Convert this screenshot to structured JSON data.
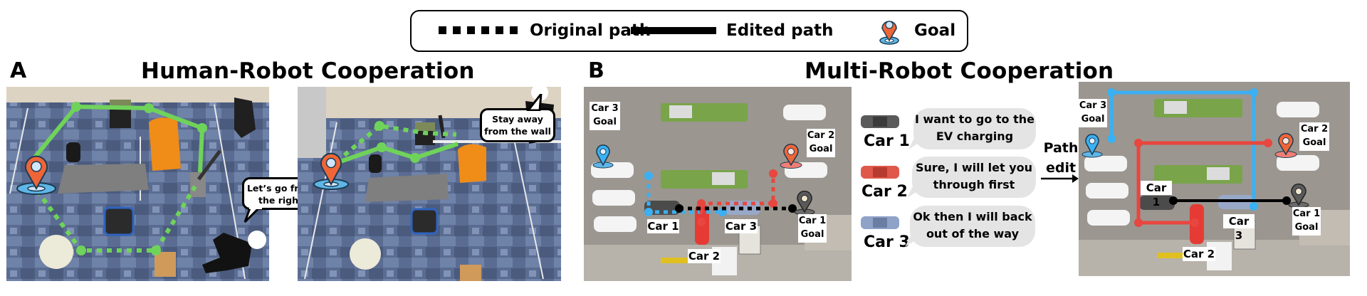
{
  "legend": {
    "original_path": "Original path",
    "edited_path": "Edited path",
    "goal": "Goal"
  },
  "panel_a": {
    "letter": "A",
    "title": "Human-Robot Cooperation",
    "left_photo": {
      "speech": "Let’s go from the right"
    },
    "right_photo": {
      "speech": "Stay away from the wall"
    }
  },
  "panel_b": {
    "letter": "B",
    "title": "Multi-Robot Cooperation",
    "before_map": {
      "labels": {
        "car3_goal": "Car 3 Goal",
        "car2_goal": "Car 2 Goal",
        "car1_goal": "Car 1 Goal",
        "car1": "Car 1",
        "car2": "Car 2",
        "car3": "Car 3"
      }
    },
    "dialogue": [
      {
        "car": "Car 1",
        "message": "I want to go to the EV charging",
        "color": "#5a5a5a"
      },
      {
        "car": "Car 2",
        "message": "Sure, I will let you through first",
        "color": "#e0584a"
      },
      {
        "car": "Car 3",
        "message": "Ok then I will back out of the way",
        "color": "#8fa2c8"
      }
    ],
    "path_edit_label": "Path edit",
    "after_map": {
      "labels": {
        "car3_goal": "Car 3 Goal",
        "car2_goal": "Car 2 Goal",
        "car1_goal": "Car 1 Goal",
        "car1": "Car 1",
        "car2": "Car 2",
        "car3": "Car 3"
      }
    }
  },
  "colors": {
    "path_green": "#6fd35a",
    "path_blue": "#3bb0f2",
    "path_red": "#e8463f",
    "path_black": "#000000",
    "goal_orange": "#ef6537",
    "goal_ring": "#5fb6e6"
  }
}
